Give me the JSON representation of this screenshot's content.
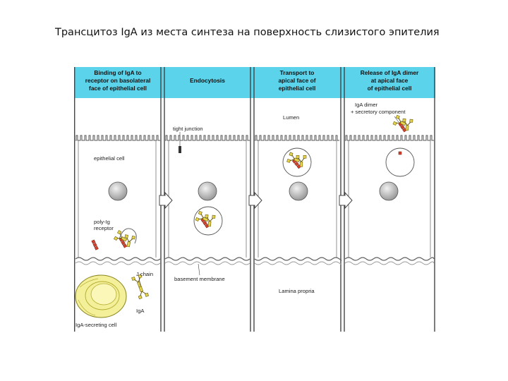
{
  "slide_title": "Трансцитоз IgA из места синтеза на поверхность слизистого эпителия",
  "panels": [
    {
      "header": [
        "Binding of IgA to",
        "receptor on basolateral",
        "face of epithelial cell"
      ]
    },
    {
      "header": [
        "Endocytosis"
      ]
    },
    {
      "header": [
        "Transport to",
        "apical face of",
        "epithelial cell"
      ]
    },
    {
      "header": [
        "Release of IgA dimer",
        "at apical face",
        "of epithelial cell"
      ]
    }
  ],
  "labels": {
    "epithelial_cell": "epithelial cell",
    "poly_ig_receptor_1": "poly-Ig",
    "poly_ig_receptor_2": "receptor",
    "j_chain": "J chain",
    "iga": "IgA",
    "iga_secreting_cell": "IgA-secreting cell",
    "tight_junction": "tight junction",
    "basement_membrane": "basement membrane",
    "lumen": "Lumen",
    "lamina_propria": "Lamina propria",
    "iga_dimer_1": "IgA dimer",
    "iga_dimer_2": "+ secretory component"
  },
  "colors": {
    "header_bg": "#5bd3ea",
    "cell_outline": "#555555",
    "nucleus": "#c8c8c8",
    "plasma_cell": "#f4f09a",
    "antibody_yellow": "#e8d64a",
    "receptor_red": "#d9402a"
  }
}
